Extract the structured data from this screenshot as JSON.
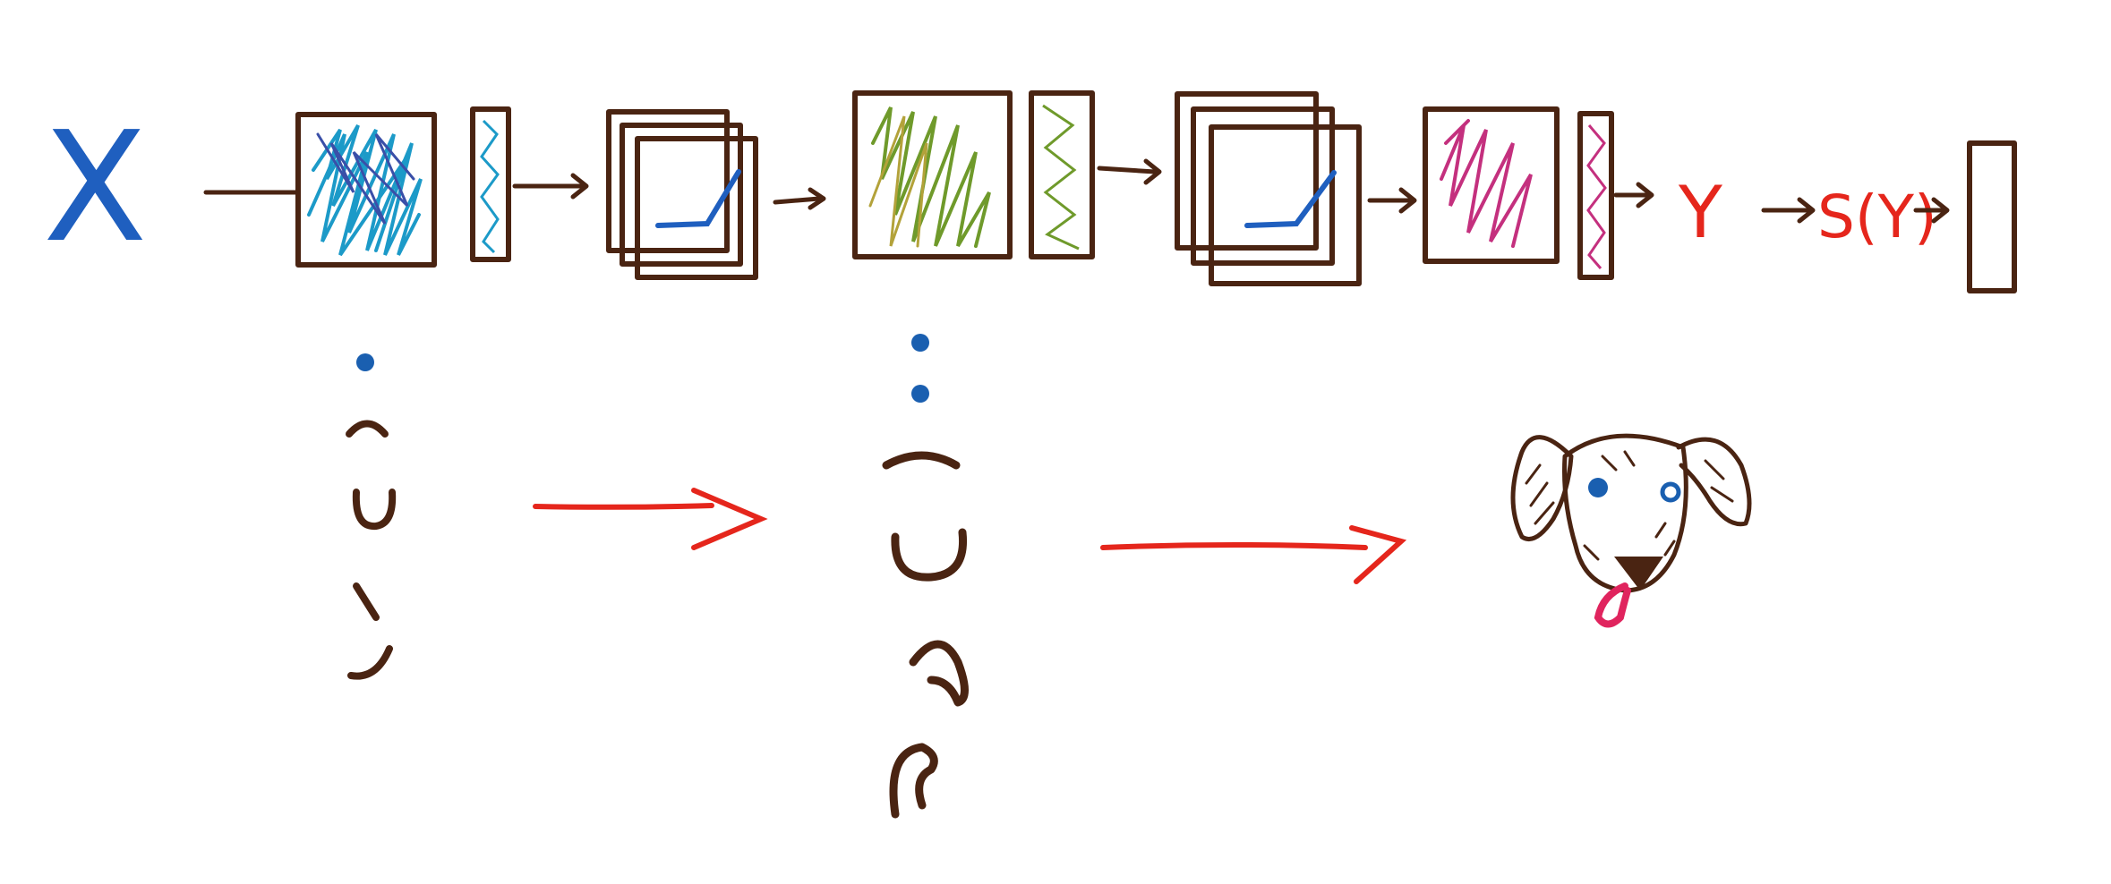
{
  "diagram": {
    "input_label": "X",
    "output_label": "Y",
    "softmax_label": "S(Y)"
  },
  "colors": {
    "ink": "#4a2412",
    "input_blue": "#1f5fbf",
    "layer1_fill": "#1c9ac8",
    "layer1_fill_alt": "#3a4fa8",
    "layer2_fill": "#6f9a2b",
    "layer2_fill_alt": "#b3a23a",
    "layer3_fill": "#c4307e",
    "relu_line": "#1f5fbf",
    "red": "#e5261c",
    "dot_blue": "#1a5fb0",
    "tongue": "#e0245e"
  },
  "icons": [
    "dog-face-icon",
    "relu-icon",
    "arrow-icon"
  ]
}
